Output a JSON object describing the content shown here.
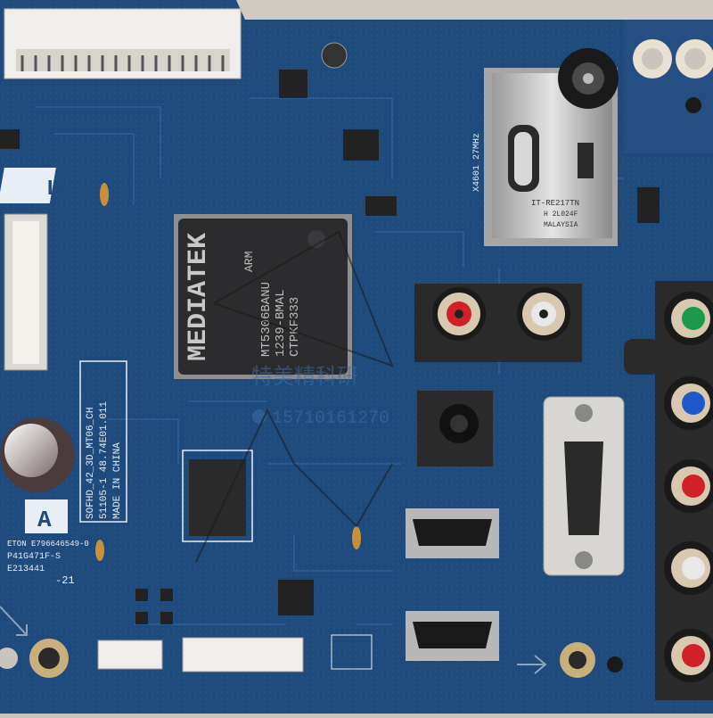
{
  "board": {
    "chip_brand": "MEDIATEK",
    "chip_sub": "ARM",
    "chip_lines": [
      "MT5306BANU",
      "1239-BMAL",
      "CTPKF333"
    ],
    "model_lines": [
      "SOFHD_42_3D_MT06_CH",
      "51105-1  48.74E01.011",
      "MADE IN CHINA"
    ],
    "panel_letter": "A",
    "codes": [
      "ETON E796646549-0",
      "P41G471F-S",
      "E213441",
      "-21"
    ],
    "tuner_label": "X4601 27MHz",
    "tuner_lines": [
      "IT-RE217TN",
      "H 2L024F",
      "MALAYSIA"
    ],
    "watermark_cn": "特美精科研",
    "watermark_num": "15710161270",
    "colors": {
      "pcb": "#1f4a7c",
      "pcb_dark": "#173a63",
      "silk": "#e8eef5",
      "chip": "#2c2c2e",
      "metal": "#c8c8c8",
      "rca_red": "#d02028",
      "rca_green": "#1a9a4a",
      "rca_blue": "#1f58c8",
      "rca_white": "#e8e8e8"
    }
  }
}
